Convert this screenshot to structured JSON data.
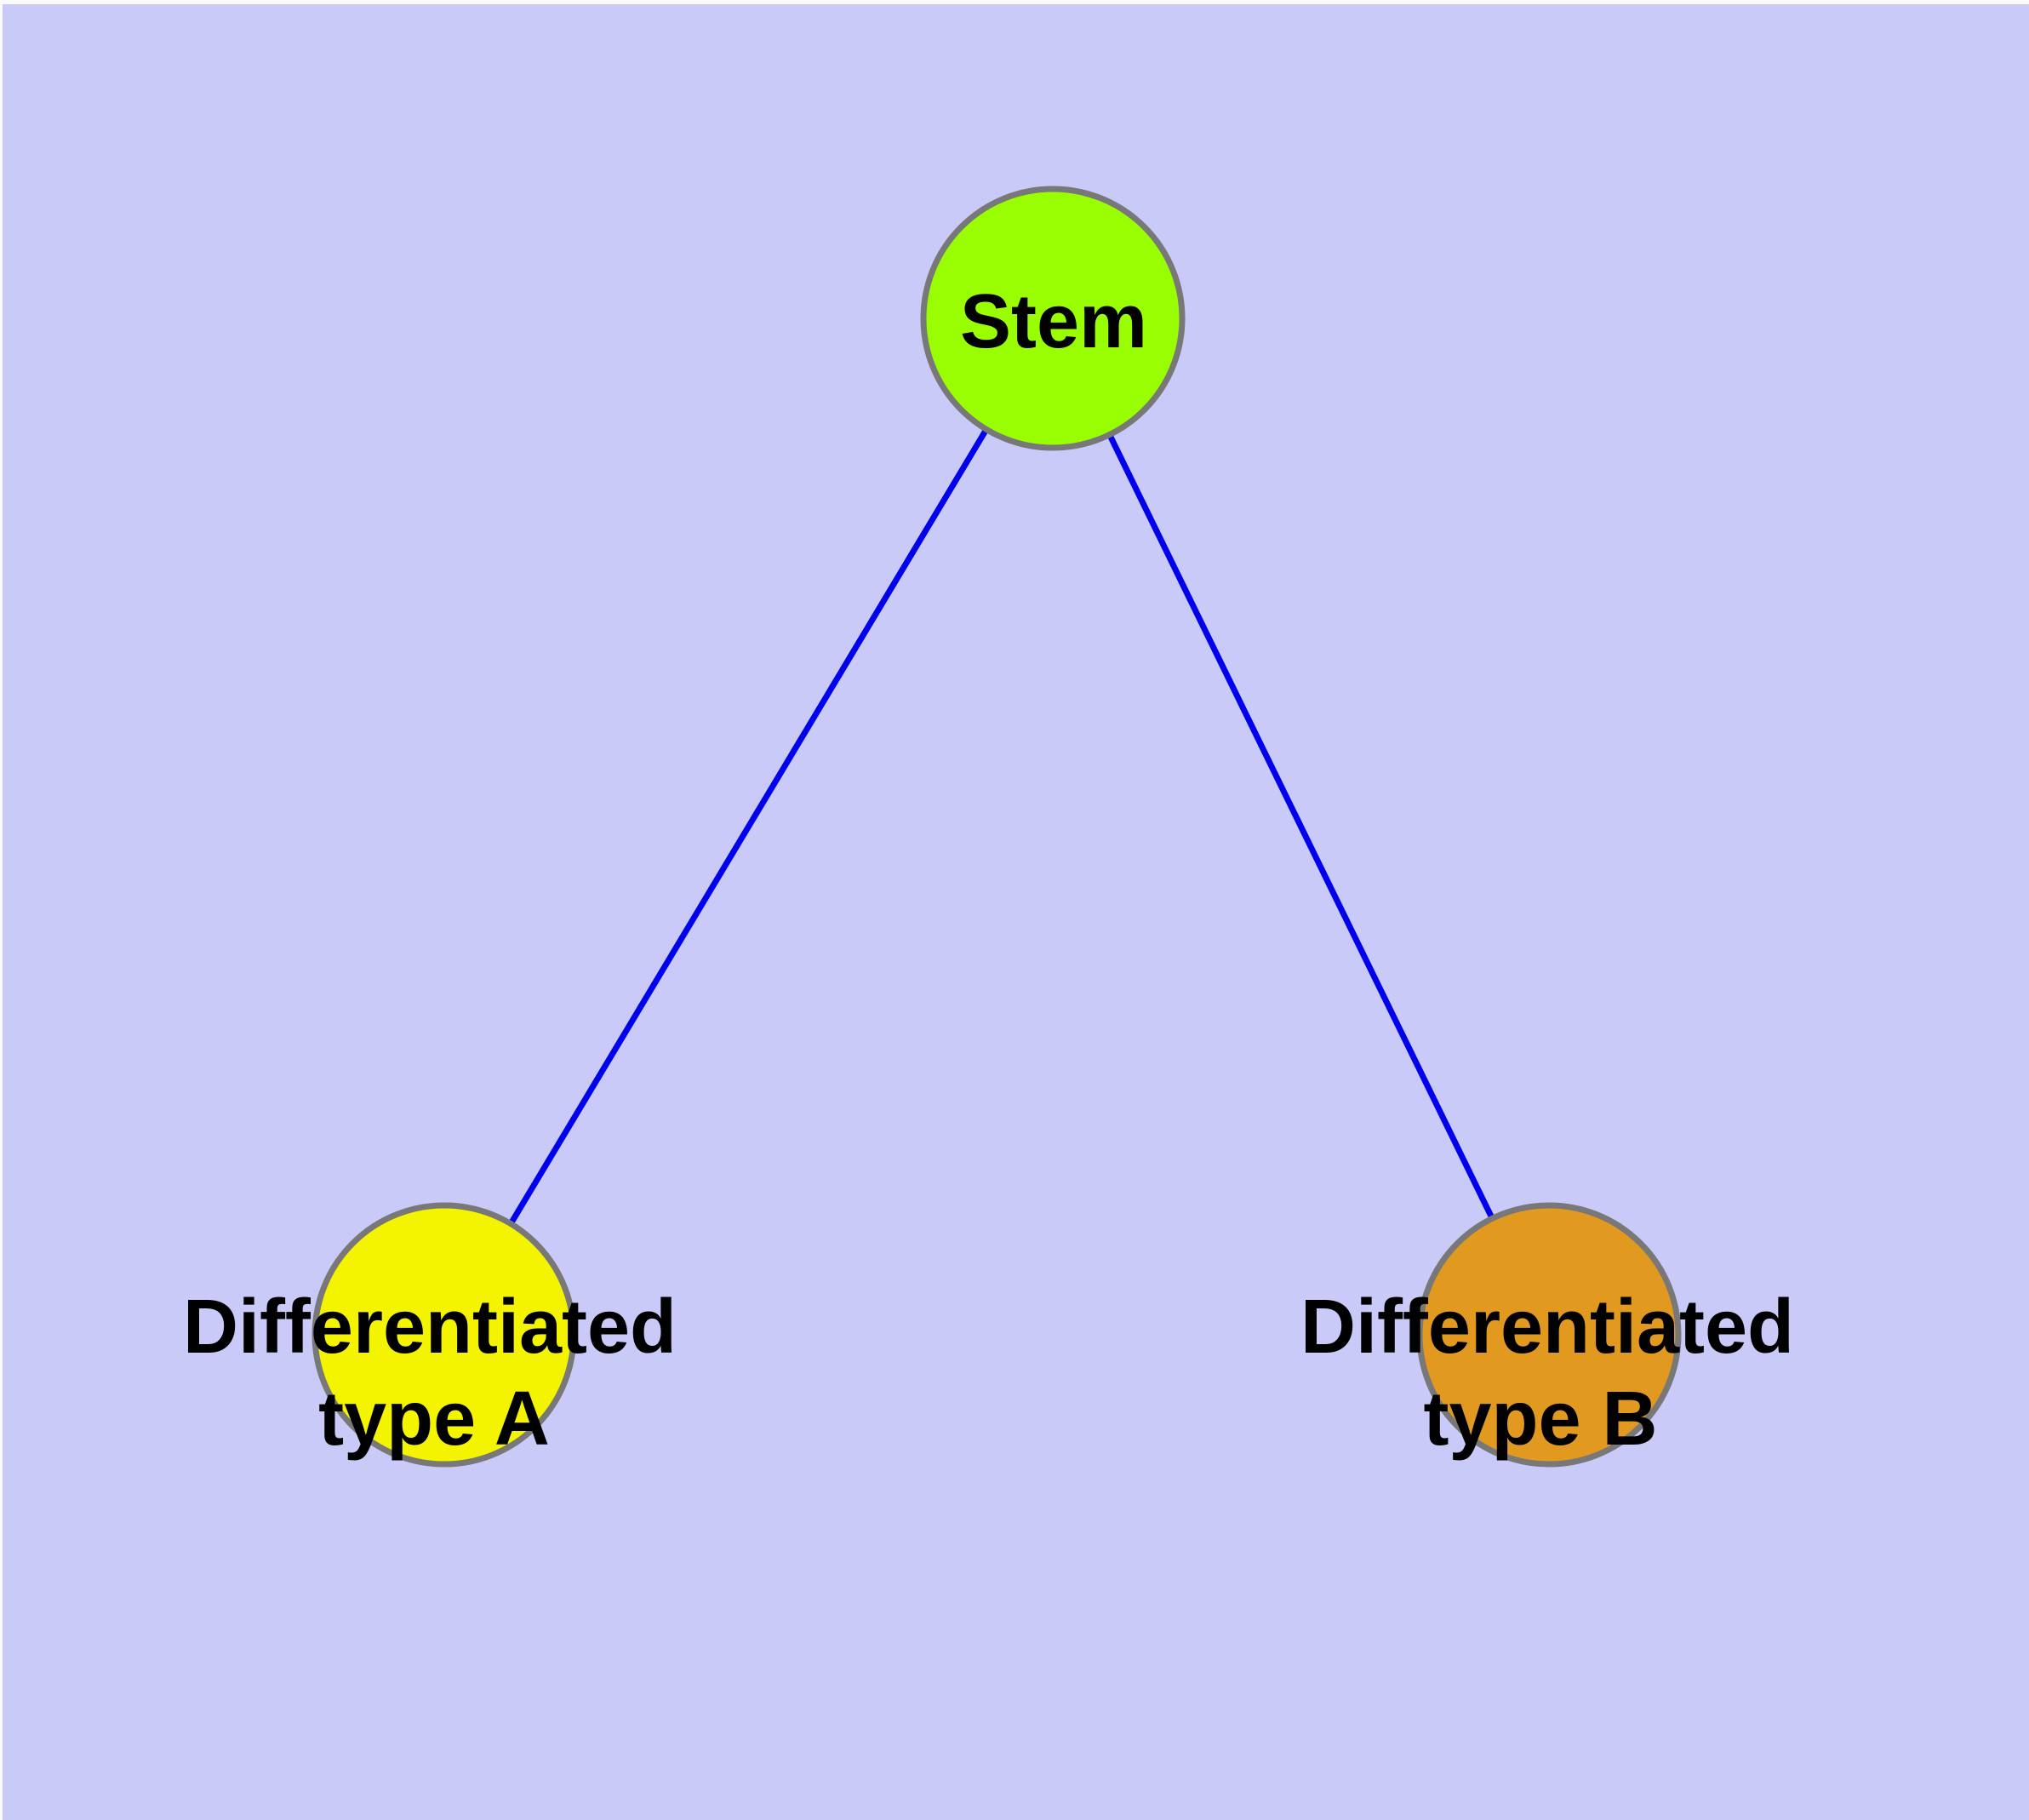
{
  "graph": {
    "background_color": "#CACAF8",
    "margin_color": "#FAFAFF",
    "edge_color": "#0000EE",
    "node_border_color": "#787878",
    "label_color": "#000000",
    "nodes": [
      {
        "id": "stem",
        "label": "Stem",
        "fill": "#9AFE02"
      },
      {
        "id": "differentiated-type-a",
        "label_line1": "Differentiated",
        "label_line2": "type A",
        "fill": "#F4F400"
      },
      {
        "id": "differentiated-type-b",
        "label_line1": "Differentiated",
        "label_line2": "type B",
        "fill": "#E2991F"
      }
    ],
    "edges": [
      {
        "from": "Stem",
        "to": "Differentiated type A"
      },
      {
        "from": "Stem",
        "to": "Differentiated type B"
      }
    ]
  }
}
